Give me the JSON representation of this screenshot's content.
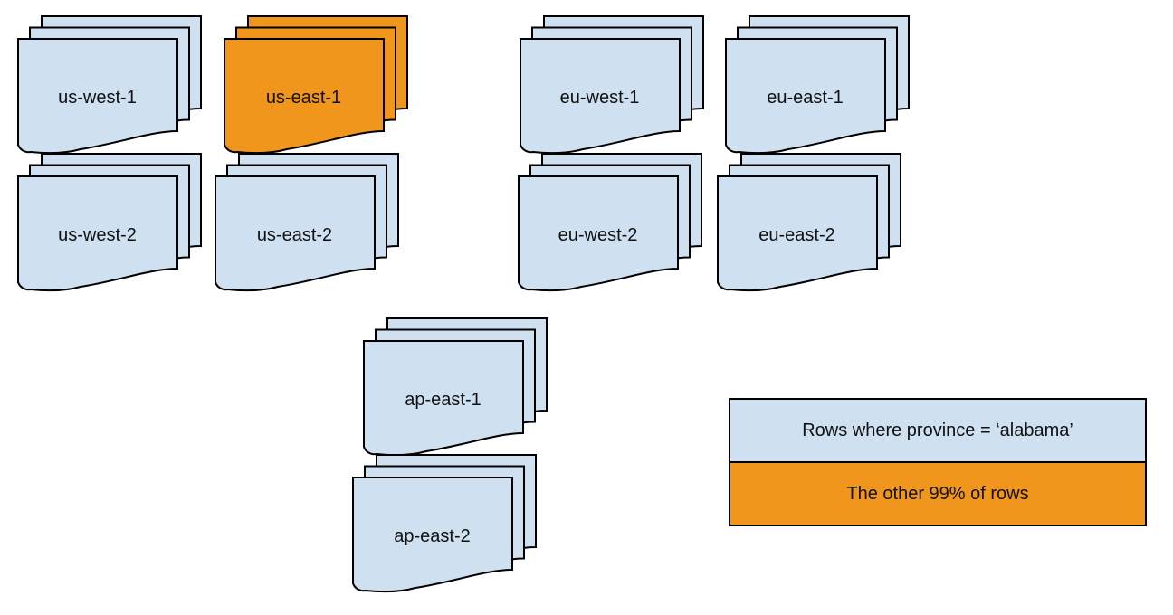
{
  "colors": {
    "doc-blue": "#cfe0f1",
    "doc-orange": "#f0961d",
    "line": "#000000",
    "background": "#ffffff"
  },
  "regions": [
    {
      "label": "us-west-1",
      "highlighted": false
    },
    {
      "label": "us-east-1",
      "highlighted": true
    },
    {
      "label": "eu-west-1",
      "highlighted": false
    },
    {
      "label": "eu-east-1",
      "highlighted": false
    },
    {
      "label": "us-west-2",
      "highlighted": false
    },
    {
      "label": "us-east-2",
      "highlighted": false
    },
    {
      "label": "eu-west-2",
      "highlighted": false
    },
    {
      "label": "eu-east-2",
      "highlighted": false
    },
    {
      "label": "ap-east-1",
      "highlighted": false
    },
    {
      "label": "ap-east-2",
      "highlighted": false
    }
  ],
  "legend": {
    "items": [
      {
        "label": "Rows where province = ‘alabama’",
        "swatch": "doc-blue"
      },
      {
        "label": "The other 99% of rows",
        "swatch": "doc-orange"
      }
    ]
  }
}
